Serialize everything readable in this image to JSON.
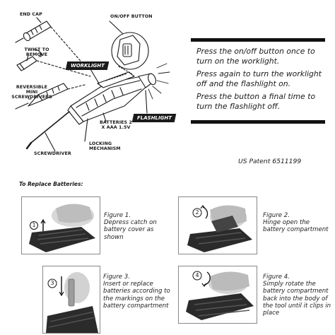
{
  "diagram": {
    "labels": {
      "end_cap": "END CAP",
      "twist_to_remove": "TWIST TO REMOVE",
      "reversible_mini": "REVERSIBLE MINI SCREWDRIVERS",
      "on_off_button": "ON/OFF BUTTON",
      "worklight": "WORKLIGHT",
      "flashlight": "FLASHLIGHT",
      "batteries": "BATTERIES 2 X AAA 1.5V",
      "locking_mechanism": "LOCKING MECHANISM",
      "screwdriver": "SCREWDRIVER"
    }
  },
  "instructions": [
    "Press the on/off button once to turn on the worklight.",
    "Press again to turn the worklight off and the flashlight on.",
    "Press the button a final time to turn the flashlight off."
  ],
  "patent": "US Patent 6511199",
  "replace_title": "To Replace Batteries:",
  "figures": [
    {
      "num": "1",
      "title": "Figure 1.",
      "text": "Depress catch on battery cover as shown"
    },
    {
      "num": "2",
      "title": "Figure 2.",
      "text": "Hinge open the battery compartment"
    },
    {
      "num": "3",
      "title": "Figure 3.",
      "text": "Insert or replace batteries according to the markings on the battery compartment"
    },
    {
      "num": "4",
      "title": "Figure 4.",
      "text": "Simply rotate the battery compartment back into the body of the tool until it clips in place"
    }
  ]
}
